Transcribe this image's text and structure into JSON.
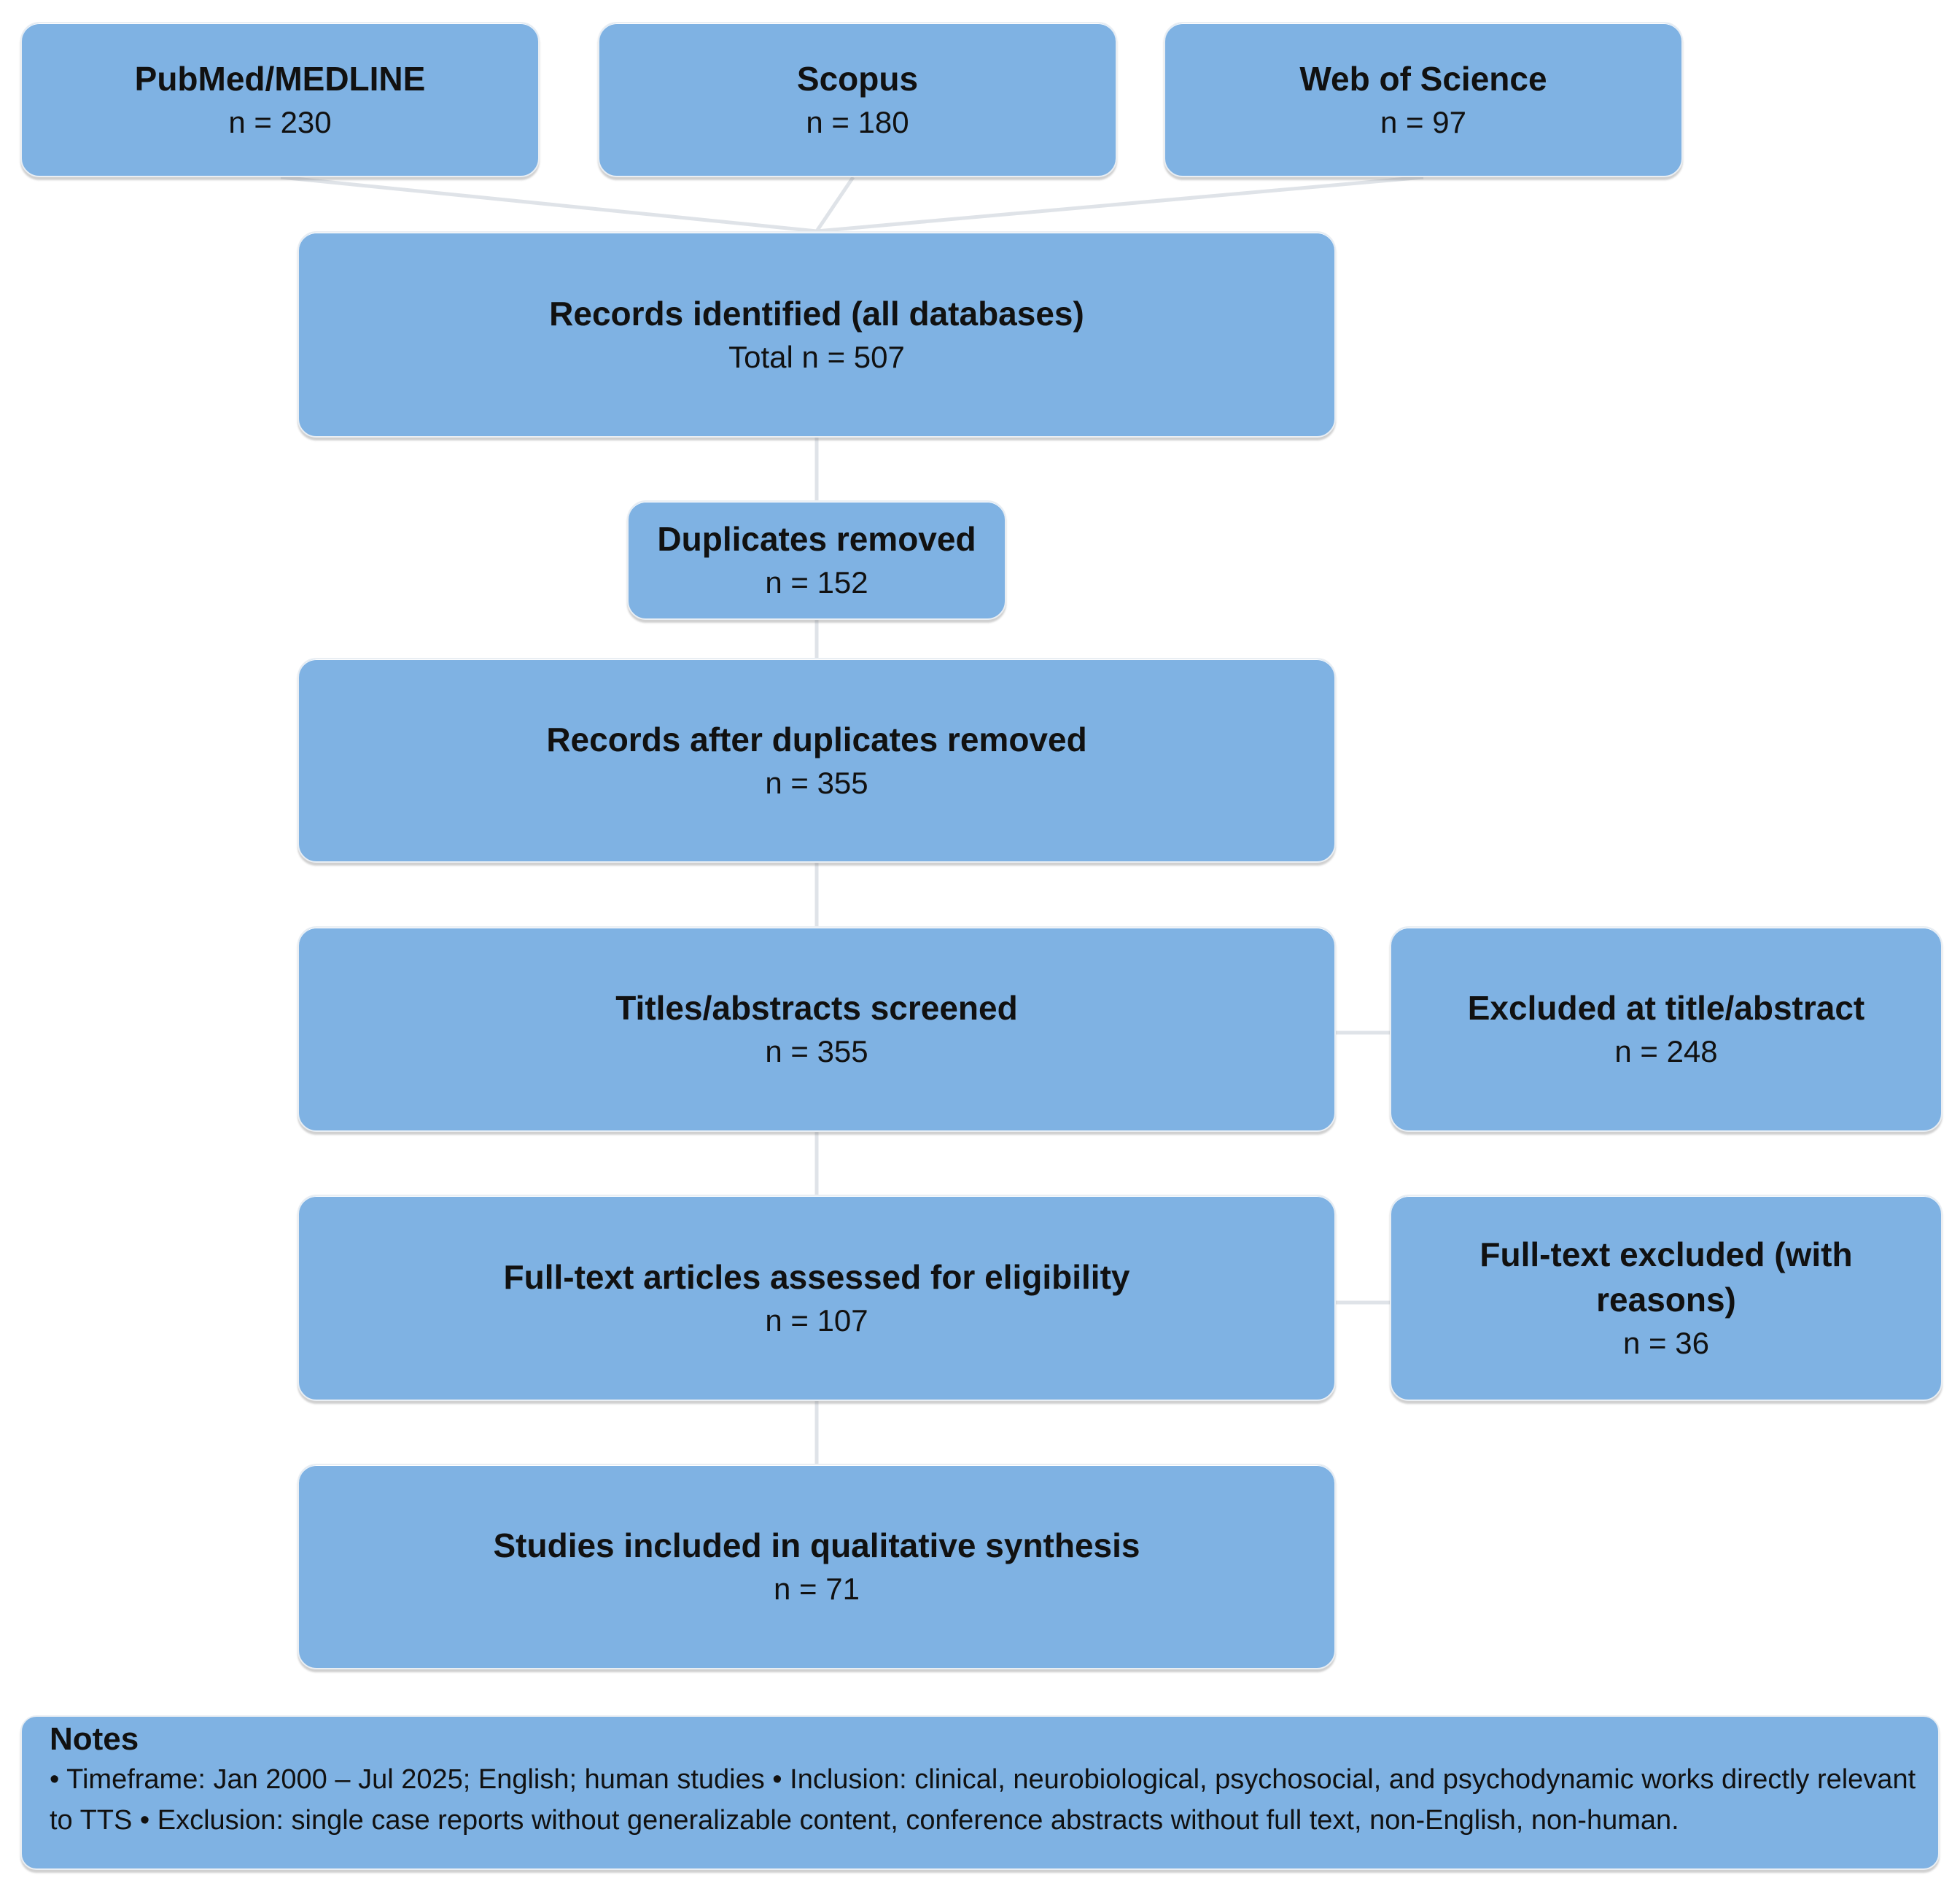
{
  "sources": [
    {
      "title": "PubMed/MEDLINE",
      "count": "n = 230"
    },
    {
      "title": "Scopus",
      "count": "n = 180"
    },
    {
      "title": "Web of Science",
      "count": "n = 97"
    }
  ],
  "identified": {
    "title": "Records identified (all databases)",
    "count": "Total n = 507"
  },
  "duplicates": {
    "title": "Duplicates removed",
    "count": "n = 152"
  },
  "after_dupes": {
    "title": "Records after duplicates removed",
    "count": "n = 355"
  },
  "screened": {
    "title": "Titles/abstracts screened",
    "count": "n = 355"
  },
  "excluded_ta": {
    "title": "Excluded at title/abstract",
    "count": "n = 248"
  },
  "fulltext": {
    "title": "Full-text articles assessed for eligibility",
    "count": "n = 107"
  },
  "excluded_ft": {
    "title": "Full-text excluded (with reasons)",
    "count": "n = 36"
  },
  "included": {
    "title": "Studies included in qualitative synthesis",
    "count": "n = 71"
  },
  "notes": {
    "title": "Notes",
    "body": "• Timeframe: Jan 2000 – Jul 2025; English; human studies • Inclusion: clinical, neurobiological, psychosocial, and psychodynamic works directly relevant to TTS • Exclusion: single case reports without generalizable content, conference abstracts without full text, non-English, non-human."
  },
  "colors": {
    "box_fill": "#7fb2e3",
    "connector": "#dfe3e8"
  }
}
